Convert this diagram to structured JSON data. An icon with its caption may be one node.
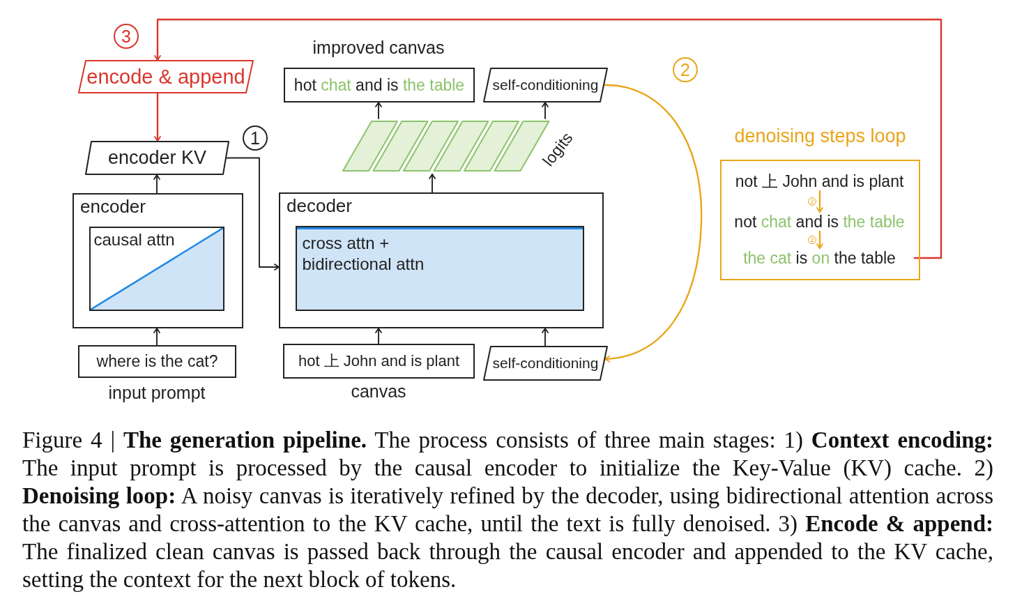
{
  "diagram": {
    "nodes": [
      {
        "text": [
          "encode & append"
        ]
      },
      {
        "text": [
          "hot chat and is the table"
        ],
        "beside": [
          "improved canvas"
        ]
      },
      {
        "text": [
          "self-conditioning"
        ]
      },
      {
        "text": [
          "denoising steps loop"
        ]
      },
      {
        "text": [
          "not 上 John and is plant"
        ],
        "in": 3
      },
      {
        "text": [
          "not chat and is the table"
        ],
        "in": 3
      },
      {
        "text": [
          "the cat is on the table"
        ],
        "in": 3
      },
      {
        "text": [
          "encoder KV"
        ]
      },
      {
        "text": [
          "logits"
        ]
      },
      {
        "text": [
          "encoder"
        ]
      },
      {
        "text": [
          "causal attn"
        ],
        "in": 9
      },
      {
        "text": [
          "decoder"
        ]
      },
      {
        "text": [
          "cross attn + bidirectional attn"
        ],
        "in": 11
      },
      {
        "text": [
          "where is the cat?"
        ],
        "beside": [
          "input prompt"
        ]
      },
      {
        "text": [
          "hot 上 John and is plant"
        ],
        "beside": [
          "canvas"
        ]
      },
      {
        "text": [
          "self-conditioning"
        ]
      }
    ],
    "edges": [
      {
        "from": 0,
        "to": 7,
        "arrow": "to",
        "color": "#d9362b"
      },
      {
        "from": 6,
        "to": 0,
        "arrow": "to",
        "color": "#d9362b"
      },
      {
        "from": 9,
        "to": 7,
        "arrow": "to"
      },
      {
        "from": 13,
        "to": 9,
        "arrow": "to"
      },
      {
        "from": 7,
        "to": 11,
        "arrow": "to"
      },
      {
        "from": 11,
        "to": 8,
        "arrow": "to"
      },
      {
        "from": 8,
        "to": 1,
        "arrow": "to"
      },
      {
        "from": 8,
        "to": 2,
        "arrow": "to"
      },
      {
        "from": 14,
        "to": 11,
        "arrow": "to"
      },
      {
        "from": 15,
        "to": 11,
        "arrow": "to"
      },
      {
        "from": 2,
        "to": 15,
        "arrow": "to",
        "color": "#e9a519"
      },
      {
        "from": 4,
        "to": 5,
        "arrow": "to",
        "label": "2",
        "color": "#e9a519"
      },
      {
        "from": 5,
        "to": 6,
        "arrow": "to",
        "label": "2",
        "color": "#e9a519"
      }
    ],
    "labels": [
      "3",
      "2",
      "1"
    ],
    "caption": "Figure 4 | **The generation pipeline.** The process consists of three main stages: 1) **Context encoding:** The input prompt is processed by the causal encoder to initialize the Key-Value (KV) cache. 2) **Denoising loop:** A noisy canvas is iteratively refined by the decoder, using bidirectional attention across the canvas and cross-attention to the KV cache, until the text is fully denoised. 3) **Encode & append:** The finalized clean canvas is passed back through the causal encoder and appended to the KV cache, setting the context for the next block of tokens."
  }
}
